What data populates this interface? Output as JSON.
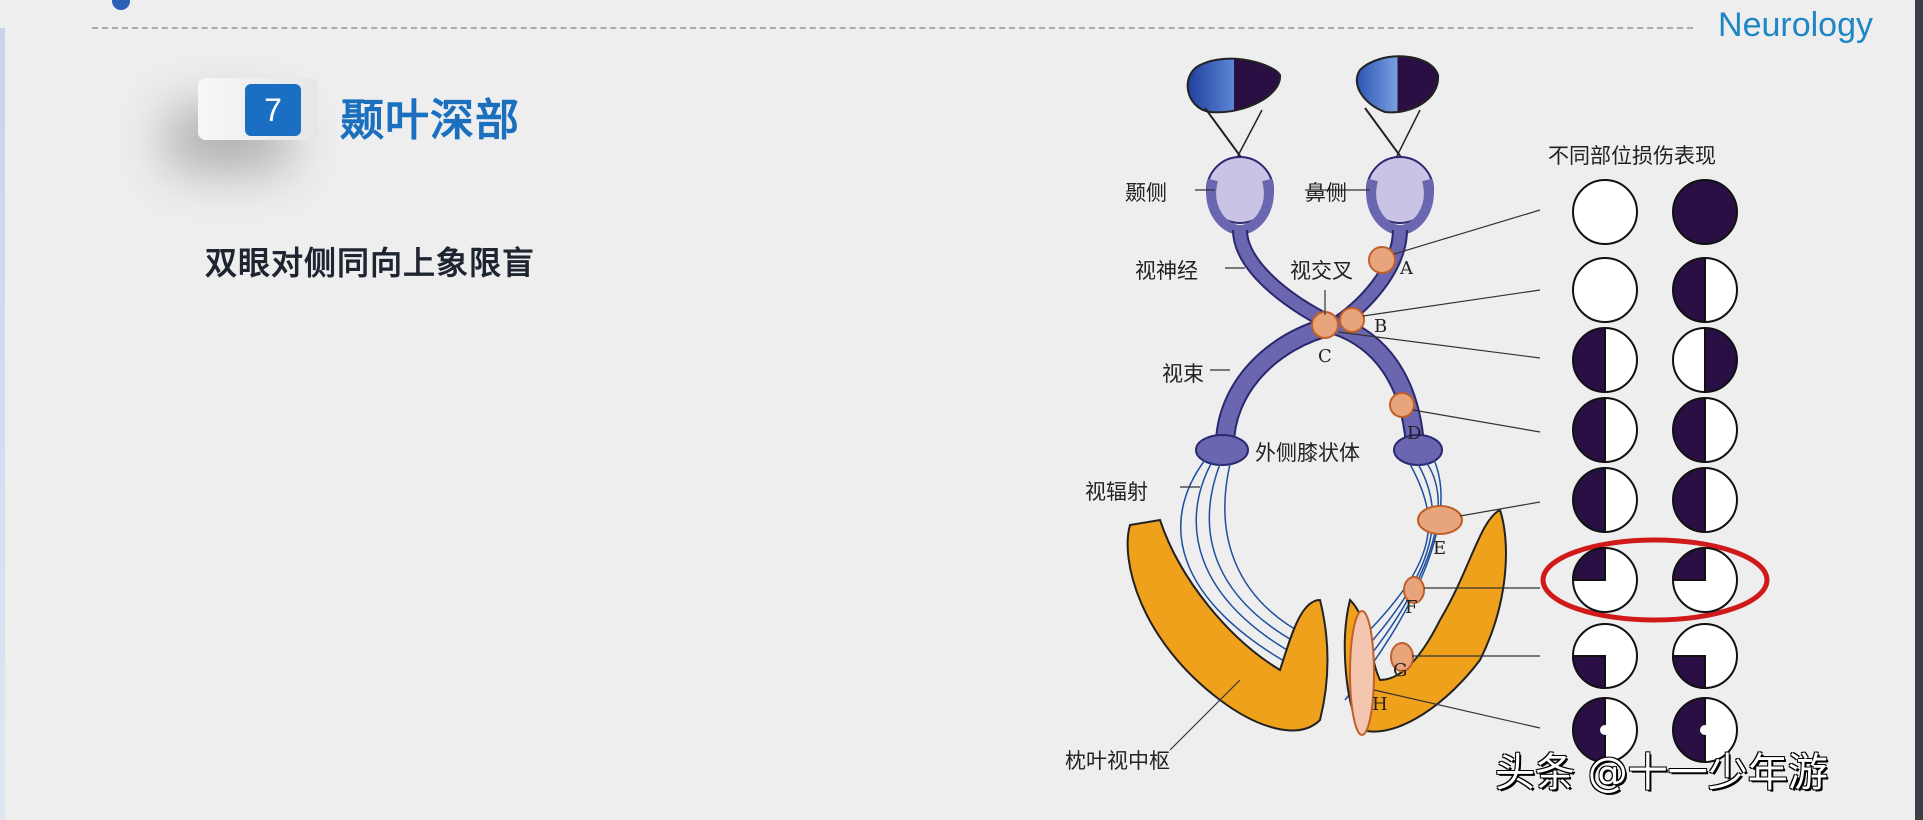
{
  "header": {
    "brand": "Neurology"
  },
  "slide": {
    "section_number": "7",
    "title": "颞叶深部",
    "subtitle": "双眼对侧同向上象限盲"
  },
  "diagram": {
    "labels": {
      "temporal_side": "颞侧",
      "nasal_side": "鼻侧",
      "optic_nerve": "视神经",
      "optic_chiasm": "视交叉",
      "optic_tract": "视束",
      "lateral_geniculate": "外侧膝状体",
      "optic_radiation": "视辐射",
      "occipital_cortex": "枕叶视中枢"
    },
    "lesion_letters": [
      "A",
      "B",
      "C",
      "D",
      "E",
      "F",
      "G",
      "H"
    ],
    "visual_field_title": "不同部位损伤表现",
    "visual_fields": [
      {
        "site": "A",
        "left": "normal",
        "right": "full-blind"
      },
      {
        "site": "B",
        "left": "normal",
        "right": "nasal-hemianopia"
      },
      {
        "site": "C",
        "left": "temporal-hemianopia",
        "right": "temporal-hemianopia"
      },
      {
        "site": "D",
        "left": "left-homonymous-hemianopia",
        "right": "left-homonymous-hemianopia"
      },
      {
        "site": "E",
        "left": "left-homonymous-hemianopia",
        "right": "left-homonymous-hemianopia"
      },
      {
        "site": "F",
        "left": "upper-left-quadrant",
        "right": "upper-left-quadrant",
        "highlighted": true
      },
      {
        "site": "G",
        "left": "lower-left-quadrant",
        "right": "lower-left-quadrant"
      },
      {
        "site": "H",
        "left": "macular-sparing-hemianopia",
        "right": "macular-sparing-hemianopia"
      }
    ],
    "colors": {
      "pathway": "#6b66b0",
      "pathway_dark": "#2b2870",
      "cortex": "#f0a11c",
      "lesion": "#e8a57c",
      "blind": "#2a0f45",
      "highlight": "#d01a1a"
    }
  },
  "watermark": "头条 @十一少年游"
}
